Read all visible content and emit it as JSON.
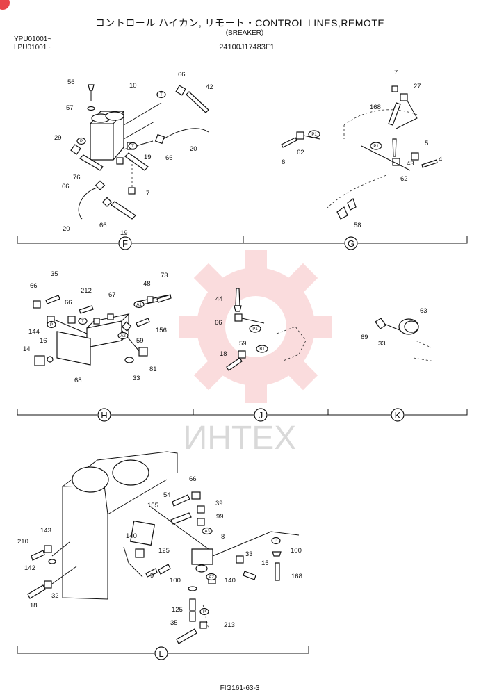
{
  "header": {
    "title": "コントロール ハイカン, リモート・CONTROL LINES,REMOTE",
    "subtitle": "(BREAKER)",
    "serial_1": "YPU01001~",
    "serial_2": "LPU01001~",
    "part_number": "24100J17483F1"
  },
  "watermark": {
    "text": "ИНТЕХ",
    "color": "#e8454a"
  },
  "sections": {
    "F": "F",
    "G": "G",
    "H": "H",
    "J": "J",
    "K": "K",
    "L": "L"
  },
  "callouts": {
    "F": [
      "56",
      "10",
      "66",
      "42",
      "57",
      "29",
      "66",
      "20",
      "66",
      "19",
      "76",
      "66",
      "7",
      "20",
      "66",
      "19"
    ],
    "G": [
      "7",
      "27",
      "168",
      "62",
      "6",
      "5",
      "43",
      "4",
      "62",
      "58"
    ],
    "H": [
      "35",
      "73",
      "66",
      "212",
      "48",
      "66",
      "67",
      "156",
      "144",
      "59",
      "14",
      "16",
      "33",
      "81",
      "68"
    ],
    "J": [
      "44",
      "66",
      "59",
      "18"
    ],
    "K": [
      "63",
      "69",
      "33"
    ],
    "L": [
      "66",
      "54",
      "39",
      "155",
      "99",
      "143",
      "8",
      "210",
      "140",
      "100",
      "125",
      "33",
      "15",
      "168",
      "142",
      "9",
      "100",
      "140",
      "32",
      "125",
      "18",
      "35",
      "213"
    ]
  },
  "port_tags": {
    "F": [
      "T",
      "P",
      "T"
    ],
    "G": [
      "P1",
      "P1"
    ],
    "H": [
      "P",
      "T",
      "A1",
      "A2"
    ],
    "J": [
      "P1",
      "B1"
    ],
    "L": [
      "A3",
      "P",
      "A2",
      "P"
    ]
  },
  "footer": {
    "figure": "FIG161-63-3"
  }
}
